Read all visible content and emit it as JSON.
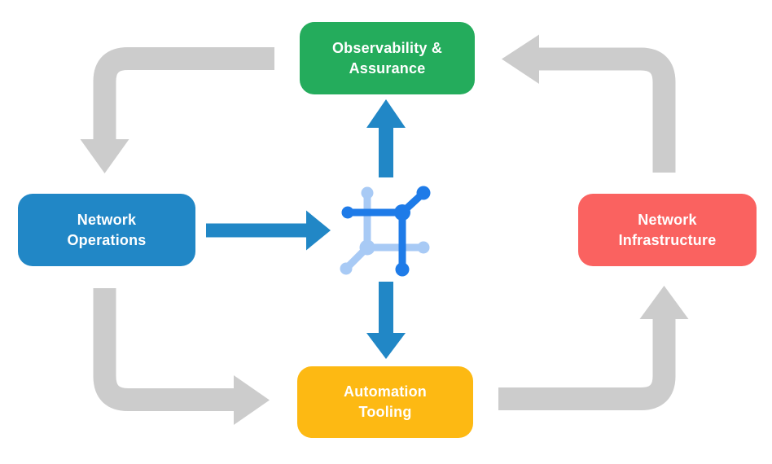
{
  "colors": {
    "background": "#FFFFFF",
    "arrow_gray": "#CCCCCC",
    "arrow_blue": "#2187C6",
    "icon_dark_blue": "#1E7BE8",
    "icon_light_blue": "#A8CAF5",
    "label_text": "#FFFFFF"
  },
  "nodes": {
    "observability": {
      "label": "Observability & Assurance",
      "color": "#24AC5C"
    },
    "operations": {
      "label": "Network Operations",
      "color": "#2187C6"
    },
    "infrastructure": {
      "label": "Network Infrastructure",
      "color": "#FA6260"
    },
    "tooling": {
      "label": "Automation Tooling",
      "color": "#FDB913"
    }
  },
  "center_icon": {
    "name": "network-fabric-icon"
  },
  "flows": {
    "outer_cycle": [
      {
        "from": "Observability & Assurance",
        "to": "Network Operations",
        "style": "gray-elbow-arrow"
      },
      {
        "from": "Network Operations",
        "to": "Automation Tooling",
        "style": "gray-elbow-arrow"
      },
      {
        "from": "Automation Tooling",
        "to": "Network Infrastructure",
        "style": "gray-elbow-arrow"
      },
      {
        "from": "Network Infrastructure",
        "to": "Observability & Assurance",
        "style": "gray-elbow-arrow"
      }
    ],
    "center_links": [
      {
        "from": "Network Operations",
        "to": "center-icon",
        "style": "blue-straight-arrow"
      },
      {
        "from": "center-icon",
        "to": "Observability & Assurance",
        "style": "blue-straight-arrow"
      },
      {
        "from": "center-icon",
        "to": "Automation Tooling",
        "style": "blue-straight-arrow"
      }
    ]
  }
}
